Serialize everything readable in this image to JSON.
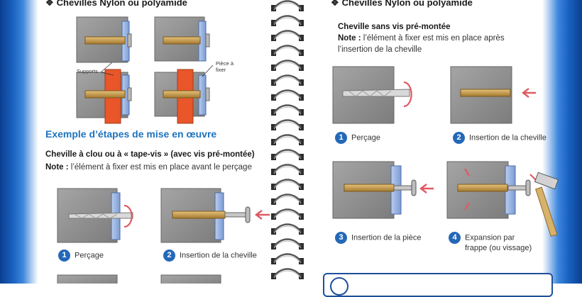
{
  "left": {
    "section_title": "Chevilles Nylon ou polyamide",
    "labels": {
      "supports": "Supports",
      "piece_a_fixer": "Pièce à fixer"
    },
    "example_title": "Exemple d’étapes de mise en œuvre",
    "method_title": "Cheville à clou ou à « tape-vis » (avec vis pré-montée)",
    "note_label": "Note :",
    "note_text": "l’élément à fixer est mis en place avant le perçage",
    "steps": [
      {
        "num": "1",
        "label": "Perçage"
      },
      {
        "num": "2",
        "label": "Insertion de la cheville"
      }
    ]
  },
  "right": {
    "section_title": "Chevilles Nylon ou polyamide",
    "method_title": "Cheville sans vis pré-montée",
    "note_label": "Note :",
    "note_text_1": "l’élément à fixer est mis en place après",
    "note_text_2": "l’insertion de la cheville",
    "steps": [
      {
        "num": "1",
        "label": "Perçage"
      },
      {
        "num": "2",
        "label": "Insertion de la cheville"
      },
      {
        "num": "3",
        "label": "Insertion de la pièce"
      },
      {
        "num": "4",
        "label": "Expansion par",
        "label2": "frappe (ou vissage)"
      }
    ]
  },
  "colors": {
    "accent_blue": "#1e73be",
    "step_badge": "#2468b8",
    "concrete": "#8d8d8d",
    "support_orange": "#e8562a",
    "plate_blue": "#8fb0e0",
    "arrow_red": "#e05a63",
    "anchor_gold": "#c9a15a"
  },
  "icons": [
    "diamond-bullet-icon",
    "spiral-binding-icon",
    "red-arrow-icon",
    "rotation-arrow-icon",
    "hammer-icon"
  ]
}
